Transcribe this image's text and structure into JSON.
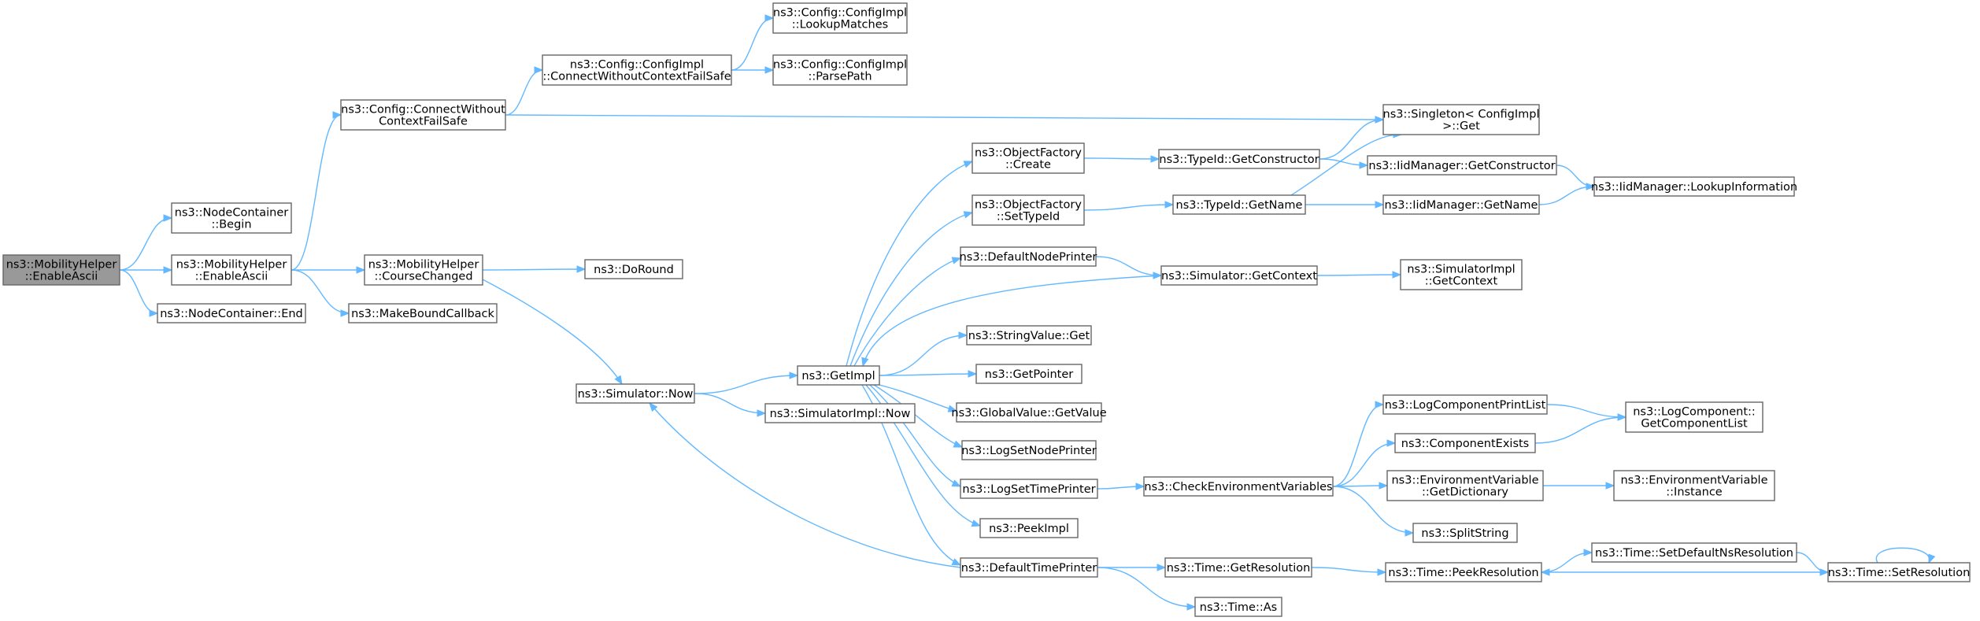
{
  "accent_colors": {
    "edge": "#63b8ff",
    "node_border": "#666666",
    "root_fill": "#999999"
  },
  "nodes": {
    "n_root": {
      "lines": [
        "ns3::MobilityHelper",
        "::EnableAscii"
      ],
      "root": true
    },
    "n_nc_begin": {
      "lines": [
        "ns3::NodeContainer",
        "::Begin"
      ]
    },
    "n_mh_enable": {
      "lines": [
        "ns3::MobilityHelper",
        "::EnableAscii"
      ]
    },
    "n_nc_end": {
      "lines": [
        "ns3::NodeContainer::End"
      ]
    },
    "n_cfg_connect": {
      "lines": [
        "ns3::Config::ConnectWithout",
        "ContextFailSafe"
      ]
    },
    "n_mh_course": {
      "lines": [
        "ns3::MobilityHelper",
        "::CourseChanged"
      ]
    },
    "n_mbc": {
      "lines": [
        "ns3::MakeBoundCallback"
      ]
    },
    "n_cfgimpl_connect": {
      "lines": [
        "ns3::Config::ConfigImpl",
        "::ConnectWithoutContextFailSafe"
      ]
    },
    "n_doround": {
      "lines": [
        "ns3::DoRound"
      ]
    },
    "n_sim_now": {
      "lines": [
        "ns3::Simulator::Now"
      ]
    },
    "n_lookup": {
      "lines": [
        "ns3::Config::ConfigImpl",
        "::LookupMatches"
      ]
    },
    "n_parsepath": {
      "lines": [
        "ns3::Config::ConfigImpl",
        "::ParsePath"
      ]
    },
    "n_getimpl": {
      "lines": [
        "ns3::GetImpl"
      ]
    },
    "n_simimpl_now": {
      "lines": [
        "ns3::SimulatorImpl::Now"
      ]
    },
    "n_of_create": {
      "lines": [
        "ns3::ObjectFactory",
        "::Create"
      ]
    },
    "n_of_settypeid": {
      "lines": [
        "ns3::ObjectFactory",
        "::SetTypeId"
      ]
    },
    "n_dnp": {
      "lines": [
        "ns3::DefaultNodePrinter"
      ]
    },
    "n_sv_get": {
      "lines": [
        "ns3::StringValue::Get"
      ]
    },
    "n_getpointer": {
      "lines": [
        "ns3::GetPointer"
      ]
    },
    "n_gv_getvalue": {
      "lines": [
        "ns3::GlobalValue::GetValue"
      ]
    },
    "n_lsnp": {
      "lines": [
        "ns3::LogSetNodePrinter"
      ]
    },
    "n_lstp": {
      "lines": [
        "ns3::LogSetTimePrinter"
      ]
    },
    "n_peekimpl": {
      "lines": [
        "ns3::PeekImpl"
      ]
    },
    "n_dtp": {
      "lines": [
        "ns3::DefaultTimePrinter"
      ]
    },
    "n_tid_getctor": {
      "lines": [
        "ns3::TypeId::GetConstructor"
      ]
    },
    "n_tid_getname": {
      "lines": [
        "ns3::TypeId::GetName"
      ]
    },
    "n_sim_getctx": {
      "lines": [
        "ns3::Simulator::GetContext"
      ]
    },
    "n_cev": {
      "lines": [
        "ns3::CheckEnvironmentVariables"
      ]
    },
    "n_time_getres": {
      "lines": [
        "ns3::Time::GetResolution"
      ]
    },
    "n_time_as": {
      "lines": [
        "ns3::Time::As"
      ]
    },
    "n_singleton": {
      "lines": [
        "ns3::Singleton< ConfigImpl",
        " >::Get"
      ]
    },
    "n_iid_getctor": {
      "lines": [
        "ns3::IidManager::GetConstructor"
      ]
    },
    "n_iid_getname": {
      "lines": [
        "ns3::IidManager::GetName"
      ]
    },
    "n_simimpl_getctx": {
      "lines": [
        "ns3::SimulatorImpl",
        "::GetContext"
      ]
    },
    "n_lcpl": {
      "lines": [
        "ns3::LogComponentPrintList"
      ]
    },
    "n_compexists": {
      "lines": [
        "ns3::ComponentExists"
      ]
    },
    "n_ev_getdict": {
      "lines": [
        "ns3::EnvironmentVariable",
        "::GetDictionary"
      ]
    },
    "n_splitstring": {
      "lines": [
        "ns3::SplitString"
      ]
    },
    "n_time_peekres": {
      "lines": [
        "ns3::Time::PeekResolution"
      ]
    },
    "n_iid_lookupinfo": {
      "lines": [
        "ns3::IidManager::LookupInformation"
      ]
    },
    "n_lc_getlist": {
      "lines": [
        "ns3::LogComponent::",
        "GetComponentList"
      ]
    },
    "n_ev_instance": {
      "lines": [
        "ns3::EnvironmentVariable",
        "::Instance"
      ]
    },
    "n_time_setdefns": {
      "lines": [
        "ns3::Time::SetDefaultNsResolution"
      ]
    },
    "n_time_setres": {
      "lines": [
        "ns3::Time::SetResolution"
      ]
    }
  },
  "edges": [
    [
      "n_root",
      "n_nc_begin"
    ],
    [
      "n_root",
      "n_mh_enable"
    ],
    [
      "n_root",
      "n_nc_end"
    ],
    [
      "n_mh_enable",
      "n_cfg_connect"
    ],
    [
      "n_mh_enable",
      "n_mh_course"
    ],
    [
      "n_mh_enable",
      "n_mbc"
    ],
    [
      "n_cfg_connect",
      "n_cfgimpl_connect"
    ],
    [
      "n_cfg_connect",
      "n_singleton"
    ],
    [
      "n_cfgimpl_connect",
      "n_lookup"
    ],
    [
      "n_cfgimpl_connect",
      "n_parsepath"
    ],
    [
      "n_mh_course",
      "n_doround"
    ],
    [
      "n_mh_course",
      "n_sim_now"
    ],
    [
      "n_sim_now",
      "n_getimpl"
    ],
    [
      "n_sim_now",
      "n_simimpl_now"
    ],
    [
      "n_getimpl",
      "n_of_create"
    ],
    [
      "n_getimpl",
      "n_of_settypeid"
    ],
    [
      "n_getimpl",
      "n_dnp"
    ],
    [
      "n_getimpl",
      "n_sv_get"
    ],
    [
      "n_getimpl",
      "n_getpointer"
    ],
    [
      "n_getimpl",
      "n_gv_getvalue"
    ],
    [
      "n_getimpl",
      "n_lsnp"
    ],
    [
      "n_getimpl",
      "n_lstp"
    ],
    [
      "n_getimpl",
      "n_peekimpl"
    ],
    [
      "n_getimpl",
      "n_dtp"
    ],
    [
      "n_of_create",
      "n_tid_getctor"
    ],
    [
      "n_of_settypeid",
      "n_tid_getname"
    ],
    [
      "n_tid_getctor",
      "n_singleton"
    ],
    [
      "n_tid_getctor",
      "n_iid_getctor"
    ],
    [
      "n_tid_getname",
      "n_singleton"
    ],
    [
      "n_tid_getname",
      "n_iid_getname"
    ],
    [
      "n_iid_getctor",
      "n_iid_lookupinfo"
    ],
    [
      "n_iid_getname",
      "n_iid_lookupinfo"
    ],
    [
      "n_dnp",
      "n_sim_getctx"
    ],
    [
      "n_sim_getctx",
      "n_getimpl"
    ],
    [
      "n_sim_getctx",
      "n_simimpl_getctx"
    ],
    [
      "n_lstp",
      "n_cev"
    ],
    [
      "n_cev",
      "n_lcpl"
    ],
    [
      "n_cev",
      "n_compexists"
    ],
    [
      "n_cev",
      "n_ev_getdict"
    ],
    [
      "n_cev",
      "n_splitstring"
    ],
    [
      "n_lcpl",
      "n_lc_getlist"
    ],
    [
      "n_compexists",
      "n_lc_getlist"
    ],
    [
      "n_ev_getdict",
      "n_ev_instance"
    ],
    [
      "n_dtp",
      "n_sim_now"
    ],
    [
      "n_dtp",
      "n_time_getres"
    ],
    [
      "n_dtp",
      "n_time_as"
    ],
    [
      "n_time_getres",
      "n_time_peekres"
    ],
    [
      "n_time_peekres",
      "n_time_setdefns"
    ],
    [
      "n_time_setdefns",
      "n_time_setres"
    ],
    [
      "n_time_setres",
      "n_time_peekres"
    ],
    [
      "n_time_setres",
      "n_time_setres"
    ]
  ]
}
